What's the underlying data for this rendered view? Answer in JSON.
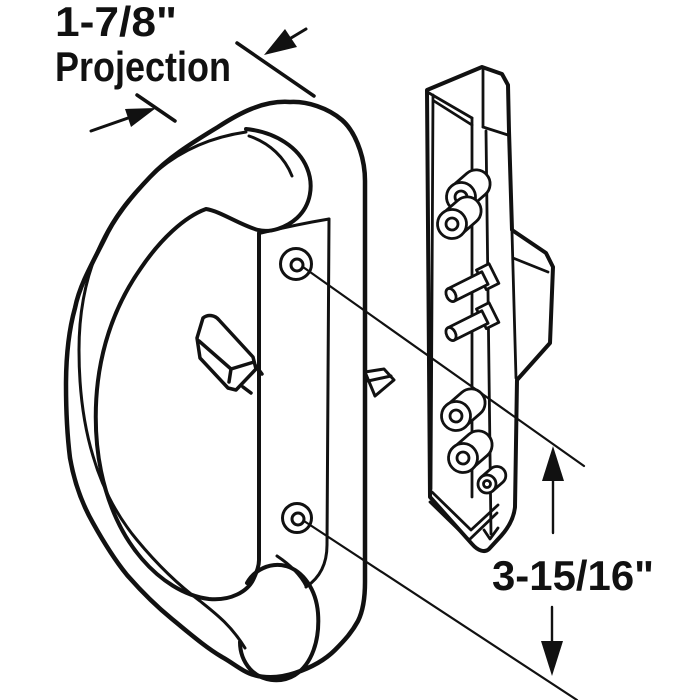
{
  "figure": {
    "kind": "technical-line-drawing",
    "subject": "sliding-door-handle-set-with-keeper-plate",
    "background_color": "#ffffff",
    "line_color": "#111111"
  },
  "labels": {
    "projection_value": "1-7/8\"",
    "projection_word": "Projection",
    "hole_spacing_value": "3-15/16\""
  }
}
